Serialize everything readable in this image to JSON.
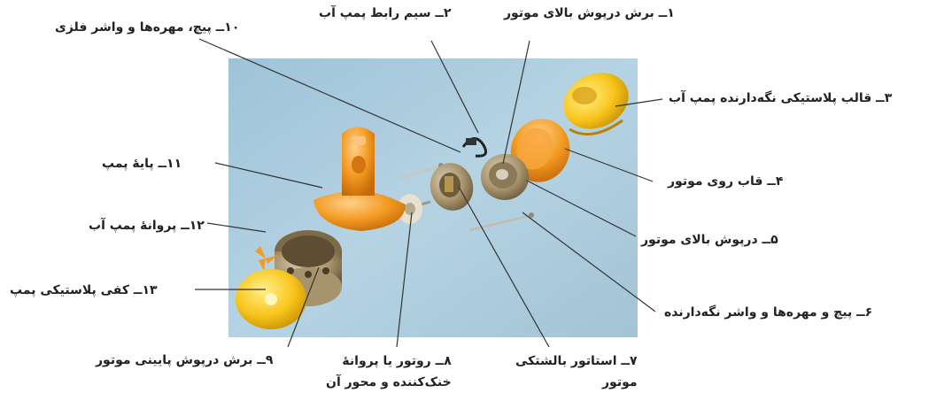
{
  "labels": {
    "l1": "۱ــ برش درپوش بالای موتور",
    "l2": "۲ــ سیم رابط پمپ آب",
    "l3": "۳ــ قالب پلاستیکی نگه‌دارنده پمپ آب",
    "l4": "۴ــ قاب روی موتور",
    "l5": "۵ــ درپوش بالای موتور",
    "l6": "۶ــ پیچ و مهره‌ها و واشر نگه‌دارنده",
    "l7a": "۷ــ استاتور بالشتکی",
    "l7b": "موتور",
    "l8a": "۸ــ روتور یا پروانهٔ",
    "l8b": "خنک‌کننده و محور آن",
    "l9": "۹ــ برش درپوش پایینی موتور",
    "l10": "۱۰ــ پیچ، مهره‌ها و واشر فلزی",
    "l11": "۱۱ــ پایهٔ پمپ",
    "l12": "۱۲ــ پروانهٔ پمپ آب",
    "l13": "۱۳ــ کفی پلاستیکی پمپ"
  },
  "colors": {
    "photo_bg": "#a9c8dc",
    "orange": "#f39a22",
    "yellow": "#f8c51c",
    "metal": "#a8946c",
    "leader": "#333333"
  }
}
